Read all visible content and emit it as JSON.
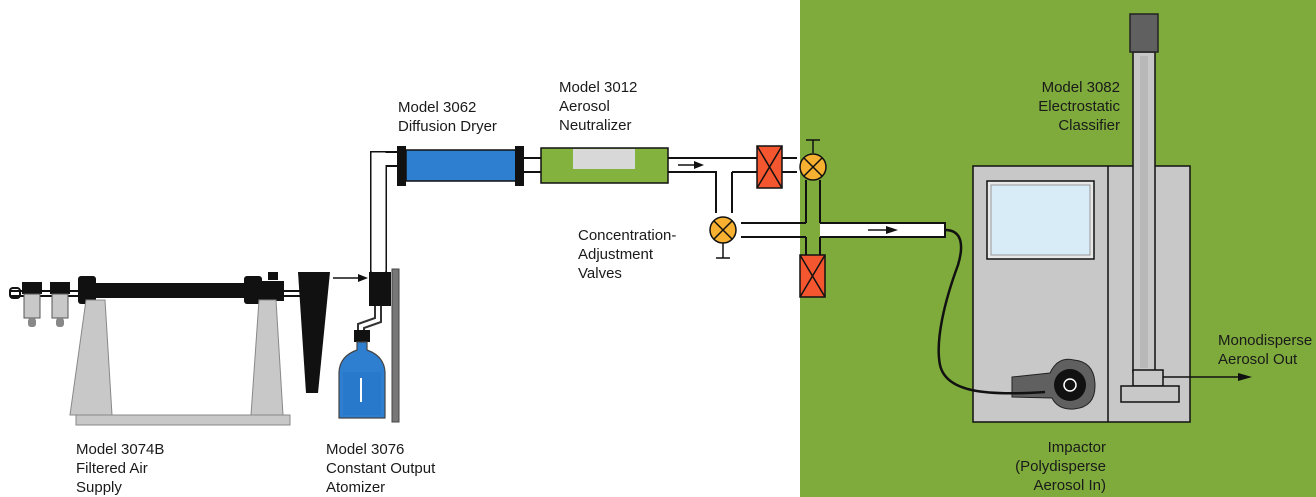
{
  "colors": {
    "panel_green": "#7eab3c",
    "dryer_blue": "#2f7fd0",
    "neutralizer_green": "#84b23e",
    "valve_orange": "#f7b030",
    "filter_red": "#f4572f",
    "housing_gray": "#c8c8c8",
    "dark": "#111111"
  },
  "labels": {
    "air_supply": "Model 3074B\nFiltered Air\nSupply",
    "atomizer": "Model 3076\nConstant Output\nAtomizer",
    "dryer": "Model 3062\nDiffusion Dryer",
    "neutralizer": "Model 3012\nAerosol\nNeutralizer",
    "valves": "Concentration-\nAdjustment\nValves",
    "classifier": "Model 3082\nElectrostatic\nClassifier",
    "output": "Monodisperse\nAerosol Out",
    "impactor": "Impactor\n(Polydisperse\nAerosol In)"
  }
}
